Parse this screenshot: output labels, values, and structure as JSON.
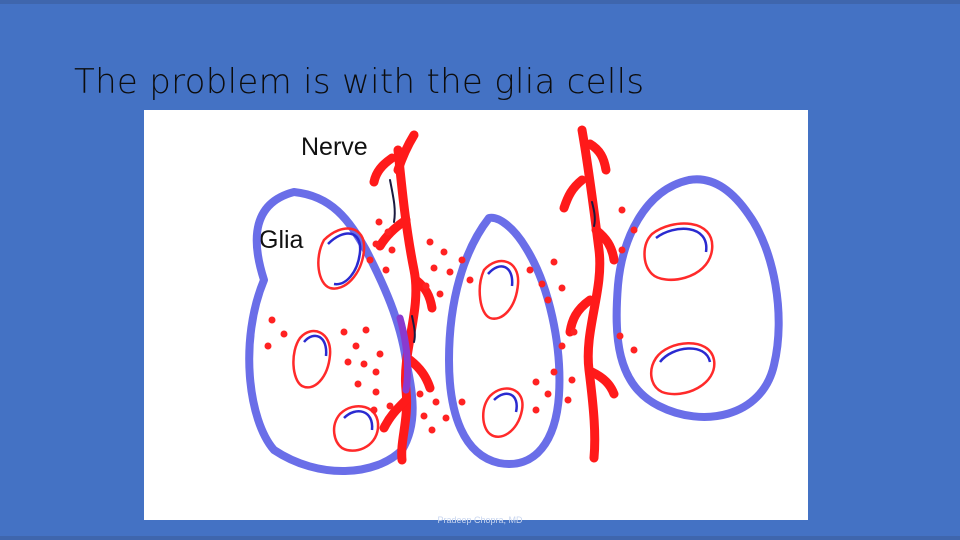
{
  "slide": {
    "title": "The problem is with the glia cells",
    "footer": "Pradeep Chopra, MD"
  },
  "figure": {
    "labels": {
      "nerve": "Nerve",
      "glia": "Glia"
    }
  },
  "colors": {
    "slide_background": "#4472c4",
    "glia_outline": "#6a6ee8",
    "nerve": "#ff1a1a",
    "nucleus_red": "#ff2a2a",
    "nucleus_blue": "#2a2ad0"
  }
}
